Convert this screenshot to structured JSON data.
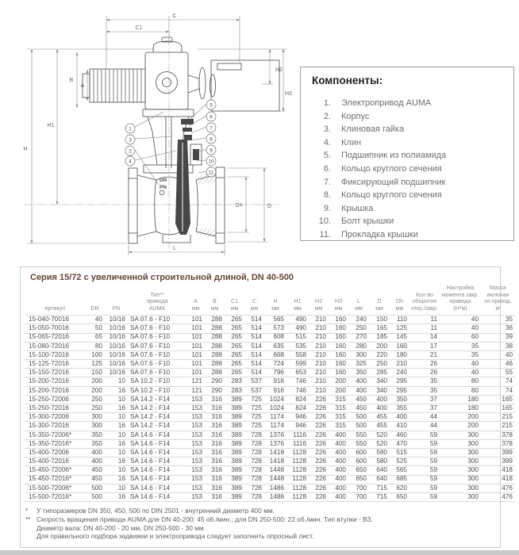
{
  "diagram": {
    "dims": {
      "C": "C",
      "C1": "C1",
      "A": "A",
      "B": "B",
      "H": "H",
      "H1": "H1",
      "H2": "H2",
      "H3": "H3",
      "L": "L",
      "D": "D",
      "Dh": "Dh"
    },
    "marks": {
      "dn": "DN",
      "pn": "PN"
    },
    "parts": [
      "1",
      "3",
      "2",
      "4",
      "5",
      "6",
      "7",
      "8",
      "9",
      "10",
      "11"
    ]
  },
  "components": {
    "title": "Компоненты:",
    "items": [
      {
        "num": "1.",
        "label": "Электропривод AUMA"
      },
      {
        "num": "2.",
        "label": "Корпус"
      },
      {
        "num": "3.",
        "label": "Клиновая гайка"
      },
      {
        "num": "4.",
        "label": "Клин"
      },
      {
        "num": "5.",
        "label": "Подшипник из полиамида"
      },
      {
        "num": "6.",
        "label": "Кольцо круглого сечения"
      },
      {
        "num": "7.",
        "label": "Фиксирующий подшипник"
      },
      {
        "num": "8.",
        "label": "Кольцо круглого сечения"
      },
      {
        "num": "9.",
        "label": "Крышка"
      },
      {
        "num": "10.",
        "label": "Болт крышки"
      },
      {
        "num": "11.",
        "label": "Прокладка крышки"
      }
    ]
  },
  "table": {
    "title": "Серия 15/72 с увеличенной строительной длиной, DN 40-500",
    "columns": [
      "Артикул",
      "DN",
      "PN",
      "Тип**\nпривода\nAUMA",
      "A\nмм",
      "B\nмм",
      "C1\nмм",
      "C\nмм",
      "H\nмм",
      "H1\nмм",
      "H2\nмм",
      "H3\nмм",
      "L\nмм",
      "D\nмм",
      "Dh\nмм",
      "Кол-во\nоборотов\nоткр./закр.",
      "Настройка\nмомента закр.\nпривода\n(Н*м)",
      "Масса\nвключая\nэл.привод.\nкг"
    ],
    "rows": [
      [
        "15-040-70016",
        "40",
        "10/16",
        "SA 07.6 - F10",
        "101",
        "288",
        "265",
        "514",
        "565",
        "490",
        "210",
        "160",
        "240",
        "150",
        "110",
        "11",
        "40",
        "35"
      ],
      [
        "15-050-70016",
        "50",
        "10/16",
        "SA 07.6 - F10",
        "101",
        "288",
        "265",
        "514",
        "573",
        "490",
        "210",
        "160",
        "250",
        "165",
        "125",
        "11",
        "40",
        "36"
      ],
      [
        "15-065-72016",
        "65",
        "10/16",
        "SA 07.6 - F10",
        "101",
        "288",
        "265",
        "514",
        "608",
        "515",
        "210",
        "160",
        "270",
        "185",
        "145",
        "14",
        "60",
        "39"
      ],
      [
        "15-080-72016",
        "80",
        "10/16",
        "SA 07.6 - F10",
        "101",
        "288",
        "265",
        "514",
        "635",
        "535",
        "210",
        "160",
        "280",
        "200",
        "160",
        "17",
        "35",
        "38"
      ],
      [
        "15-100-72016",
        "100",
        "10/16",
        "SA 07.6 - F10",
        "101",
        "288",
        "265",
        "514",
        "668",
        "558",
        "210",
        "160",
        "300",
        "220",
        "180",
        "21",
        "35",
        "40"
      ],
      [
        "15-125-72016",
        "125",
        "10/16",
        "SA 07.6 - F10",
        "101",
        "288",
        "265",
        "514",
        "724",
        "599",
        "210",
        "160",
        "325",
        "250",
        "210",
        "26",
        "40",
        "46"
      ],
      [
        "15-150-72016",
        "150",
        "10/16",
        "SA 07.6 - F10",
        "101",
        "288",
        "265",
        "514",
        "796",
        "653",
        "210",
        "160",
        "350",
        "285",
        "240",
        "26",
        "40",
        "55"
      ],
      [
        "15-200-72016",
        "200",
        "10",
        "SA 10.2 - F10",
        "121",
        "290",
        "283",
        "537",
        "916",
        "746",
        "210",
        "200",
        "400",
        "340",
        "295",
        "35",
        "80",
        "74"
      ],
      [
        "15-200-72016",
        "200",
        "16",
        "SA 10.2 - F10",
        "121",
        "290",
        "283",
        "537",
        "916",
        "746",
        "210",
        "200",
        "400",
        "340",
        "295",
        "35",
        "80",
        "74"
      ],
      [
        "15-250-72006",
        "250",
        "10",
        "SA 14.2 - F14",
        "153",
        "316",
        "389",
        "725",
        "1024",
        "824",
        "226",
        "315",
        "450",
        "400",
        "350",
        "37",
        "180",
        "165"
      ],
      [
        "15-250-72016",
        "250",
        "16",
        "SA 14.2 - F14",
        "153",
        "316",
        "389",
        "725",
        "1024",
        "824",
        "226",
        "315",
        "450",
        "400",
        "355",
        "37",
        "180",
        "165"
      ],
      [
        "15-300-72006",
        "300",
        "10",
        "SA 14.2 - F14",
        "153",
        "316",
        "389",
        "725",
        "1174",
        "946",
        "226",
        "315",
        "500",
        "455",
        "400",
        "44",
        "200",
        "215"
      ],
      [
        "15-300-72016",
        "300",
        "16",
        "SA 14.2 - F14",
        "153",
        "316",
        "389",
        "725",
        "1174",
        "946",
        "226",
        "315",
        "500",
        "455",
        "410",
        "44",
        "200",
        "215"
      ],
      [
        "15-350-72006*",
        "350",
        "10",
        "SA 14.6 - F14",
        "153",
        "316",
        "389",
        "728",
        "1376",
        "1116",
        "226",
        "400",
        "550",
        "520",
        "460",
        "59",
        "300",
        "378"
      ],
      [
        "15-350-72016*",
        "350",
        "16",
        "SA 14.6 - F14",
        "153",
        "316",
        "389",
        "728",
        "1376",
        "1116",
        "226",
        "400",
        "550",
        "520",
        "470",
        "59",
        "300",
        "378"
      ],
      [
        "15-400-72006",
        "400",
        "10",
        "SA 14.6 - F14",
        "153",
        "316",
        "389",
        "728",
        "1418",
        "1128",
        "226",
        "400",
        "600",
        "580",
        "515",
        "59",
        "300",
        "399"
      ],
      [
        "15-400-72016",
        "400",
        "16",
        "SA 14.6 - F14",
        "153",
        "316",
        "389",
        "728",
        "1418",
        "1128",
        "226",
        "400",
        "600",
        "580",
        "525",
        "59",
        "300",
        "399"
      ],
      [
        "15-450-72006*",
        "450",
        "10",
        "SA 14.6 - F14",
        "153",
        "316",
        "389",
        "728",
        "1448",
        "1128",
        "226",
        "400",
        "650",
        "640",
        "565",
        "59",
        "300",
        "418"
      ],
      [
        "15-450-72016*",
        "450",
        "16",
        "SA 14.6 - F14",
        "153",
        "316",
        "389",
        "728",
        "1448",
        "1128",
        "226",
        "400",
        "650",
        "640",
        "685",
        "59",
        "300",
        "418"
      ],
      [
        "15-500-72006*",
        "500",
        "10",
        "SA 14.6 - F14",
        "153",
        "316",
        "389",
        "728",
        "1486",
        "1128",
        "226",
        "400",
        "700",
        "715",
        "620",
        "59",
        "300",
        "476"
      ],
      [
        "15-500-72016*",
        "500",
        "16",
        "SA 14.6 - F14",
        "153",
        "316",
        "389",
        "728",
        "1486",
        "1128",
        "226",
        "400",
        "700",
        "715",
        "650",
        "59",
        "300",
        "476"
      ]
    ],
    "footnotes": [
      {
        "marker": "*",
        "text": "У типоразмеров DN 350, 450, 500 по DIN 2501 - внутренний диаметр 400 мм."
      },
      {
        "marker": "**",
        "text": "Скорость вращения привода AUMA для DN 40-200: 45 об./мин.; для DN 250-500: 22 об./мин. Тип втулки - B3."
      },
      {
        "marker": "",
        "text": "Диаметр вала: DN 40-200 - 20 мм, DN 250-500 - 30 мм."
      },
      {
        "marker": "",
        "text": "Для правильного подбора задвижки и электропривода следует заполнить опросный лист."
      }
    ]
  },
  "colors": {
    "table_title": "#6a4137",
    "line_art": "#4a4a4a",
    "dim_line": "#8a8a8a",
    "page_edge": "#c9c9c9"
  }
}
